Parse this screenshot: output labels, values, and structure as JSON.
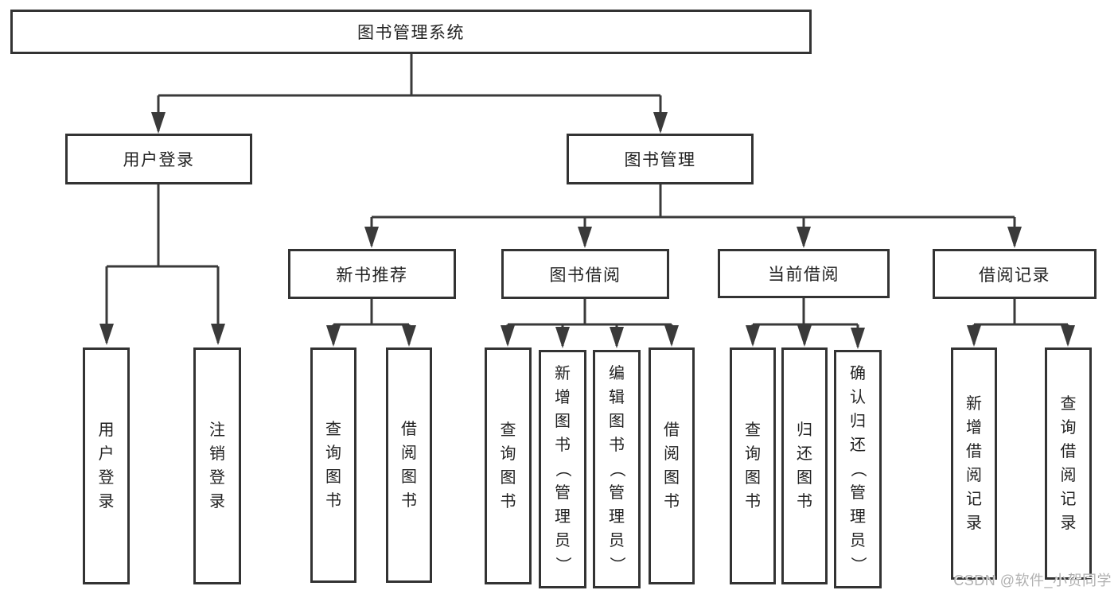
{
  "diagram": {
    "type": "hierarchy-tree",
    "title": "图书管理系统",
    "tree": {
      "label": "图书管理系统",
      "children": [
        {
          "label": "用户登录",
          "children": [
            {
              "label": "用户登录"
            },
            {
              "label": "注销登录"
            }
          ]
        },
        {
          "label": "图书管理",
          "children": [
            {
              "label": "新书推荐",
              "children": [
                {
                  "label": "查询图书"
                },
                {
                  "label": "借阅图书"
                }
              ]
            },
            {
              "label": "图书借阅",
              "children": [
                {
                  "label": "查询图书"
                },
                {
                  "label": "新增图书（管理员）"
                },
                {
                  "label": "编辑图书（管理员）"
                },
                {
                  "label": "借阅图书"
                }
              ]
            },
            {
              "label": "当前借阅",
              "children": [
                {
                  "label": "查询图书"
                },
                {
                  "label": "归还图书"
                },
                {
                  "label": "确认归还（管理员）"
                }
              ]
            },
            {
              "label": "借阅记录",
              "children": [
                {
                  "label": "新增借阅记录"
                },
                {
                  "label": "查询借阅记录"
                }
              ]
            }
          ]
        }
      ]
    }
  },
  "nodes": {
    "root": {
      "label": "图书管理系统"
    },
    "user_login": {
      "label": "用户登录"
    },
    "book_mgmt": {
      "label": "图书管理"
    },
    "new_book_rec": {
      "label": "新书推荐"
    },
    "book_borrow": {
      "label": "图书借阅"
    },
    "current_borrow": {
      "label": "当前借阅"
    },
    "borrow_records": {
      "label": "借阅记录"
    },
    "leaf_user_login": {
      "label": "用户登录"
    },
    "leaf_logout": {
      "label": "注销登录"
    },
    "leaf_query_book_1": {
      "label": "查询图书"
    },
    "leaf_borrow_book_1": {
      "label": "借阅图书"
    },
    "leaf_query_book_2": {
      "label": "查询图书"
    },
    "leaf_add_book": {
      "label": "新增图书（管理员）"
    },
    "leaf_edit_book": {
      "label": "编辑图书（管理员）"
    },
    "leaf_borrow_book_2": {
      "label": "借阅图书"
    },
    "leaf_query_book_3": {
      "label": "查询图书"
    },
    "leaf_return_book": {
      "label": "归还图书"
    },
    "leaf_confirm_return": {
      "label": "确认归还（管理员）"
    },
    "leaf_add_record": {
      "label": "新增借阅记录"
    },
    "leaf_query_record": {
      "label": "查询借阅记录"
    }
  },
  "watermark": "CSDN @软件_小贺同学",
  "colors": {
    "line": "#3a3a3a",
    "box_border": "#333333",
    "box_fill": "#ffffff",
    "text": "#222222",
    "watermark": "#b0b0b0"
  }
}
